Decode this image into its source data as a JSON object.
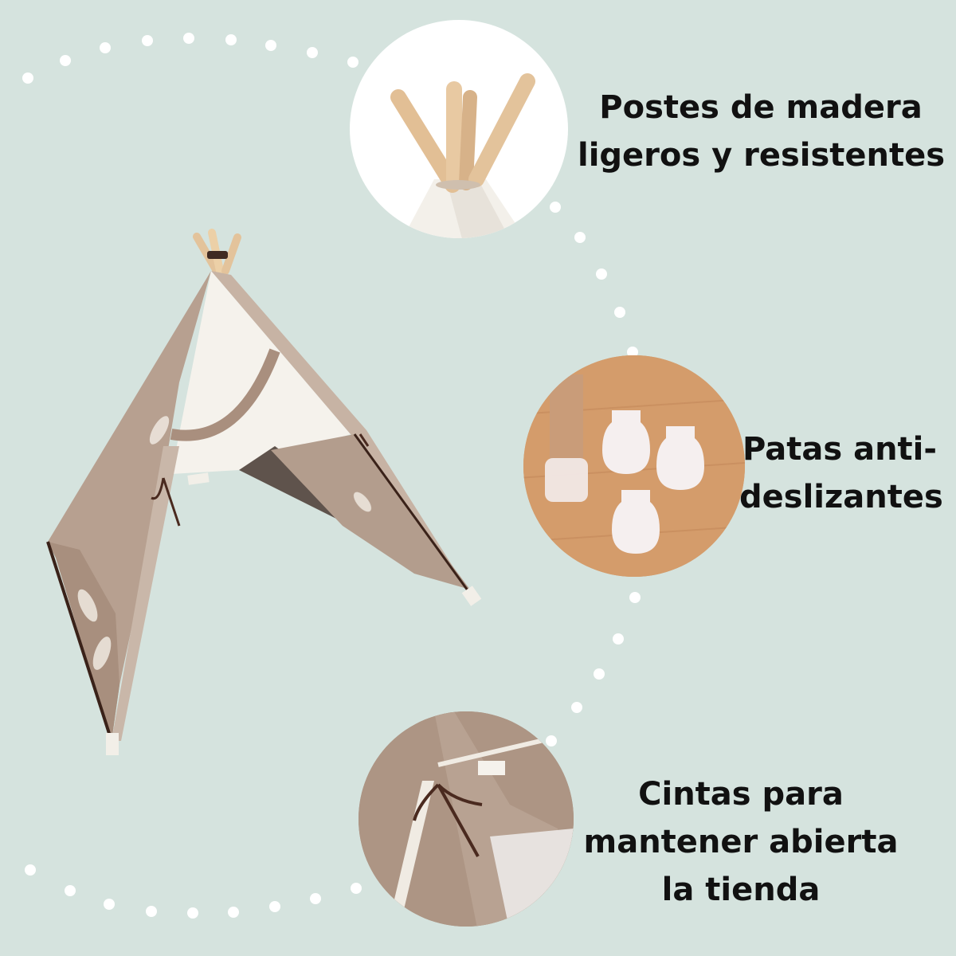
{
  "features": [
    {
      "lines": [
        "Postes de madera",
        "ligeros y resistentes"
      ],
      "icon": "wooden-poles-photo"
    },
    {
      "lines": [
        "Patas anti-",
        "deslizantes"
      ],
      "icon": "silicone-feet-photo"
    },
    {
      "lines": [
        "Cintas para",
        "mantener abierta",
        "la tienda"
      ],
      "icon": "ribbon-ties-photo"
    }
  ],
  "colors": {
    "background": "#d5e3de",
    "dots": "#ffffff",
    "tent_canvas": "#b59e8c",
    "tent_inner": "#f4f1ea",
    "wood": "#e3c39b",
    "ribbon": "#4a2a1f",
    "text": "#111111"
  }
}
